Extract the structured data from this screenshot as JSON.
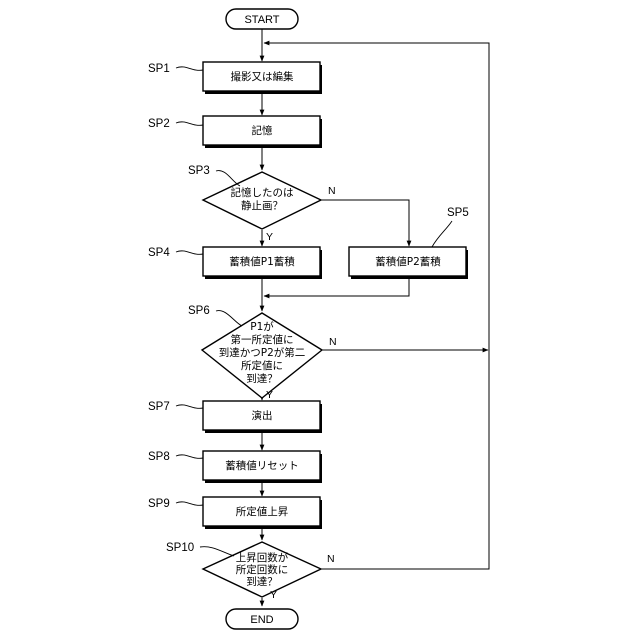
{
  "start": "START",
  "end": "END",
  "steps": {
    "sp1": {
      "label": "SP1",
      "text": "撮影又は編集"
    },
    "sp2": {
      "label": "SP2",
      "text": "記憶"
    },
    "sp3": {
      "label": "SP3",
      "lines": [
        "記憶したのは",
        "静止画？"
      ],
      "yes": "Y",
      "no": "N"
    },
    "sp4": {
      "label": "SP4",
      "text": "蓄積値P1蓄積"
    },
    "sp5": {
      "label": "SP5",
      "text": "蓄積値P2蓄積"
    },
    "sp6": {
      "label": "SP6",
      "lines": [
        "P1が",
        "第一所定値に",
        "到達かつP2が第二",
        "所定値に",
        "到達？"
      ],
      "yes": "Y",
      "no": "N"
    },
    "sp7": {
      "label": "SP7",
      "text": "演出"
    },
    "sp8": {
      "label": "SP8",
      "text": "蓄積値リセット"
    },
    "sp9": {
      "label": "SP9",
      "text": "所定値上昇"
    },
    "sp10": {
      "label": "SP10",
      "lines": [
        "上昇回数が",
        "所定回数に",
        "到達？"
      ],
      "yes": "Y",
      "no": "N"
    }
  }
}
